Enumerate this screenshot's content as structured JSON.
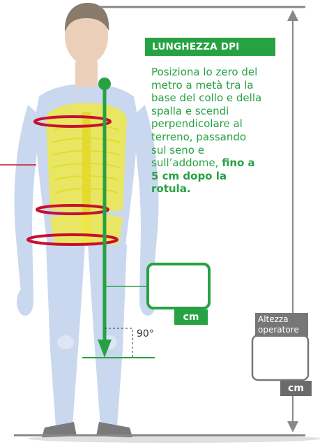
{
  "colors": {
    "accent_green": "#27a243",
    "measure_red": "#c8102e",
    "gray_text": "#6b6b6b",
    "skin": "#ebcfb8",
    "hair": "#8a7a6b",
    "body_blue": "#c9d8ee",
    "skeleton_yellow": "#efe94a"
  },
  "title": "LUNGHEZZA DPI",
  "instructions": {
    "text": "Posiziona lo zero del metro a metà tra la base del collo e della spalla e scendi perpendicolare al terreno, passando sul seno e sull’addome,",
    "emphasis": "fino a 5 cm dopo la rotula."
  },
  "length_box": {
    "unit": "cm"
  },
  "angle_label": "90°",
  "height_box": {
    "label_line1": "Altezza",
    "label_line2": "operatore",
    "unit": "cm"
  },
  "icons": {
    "arrow_head": "arrow-down-icon",
    "measure_start": "dot-icon"
  }
}
